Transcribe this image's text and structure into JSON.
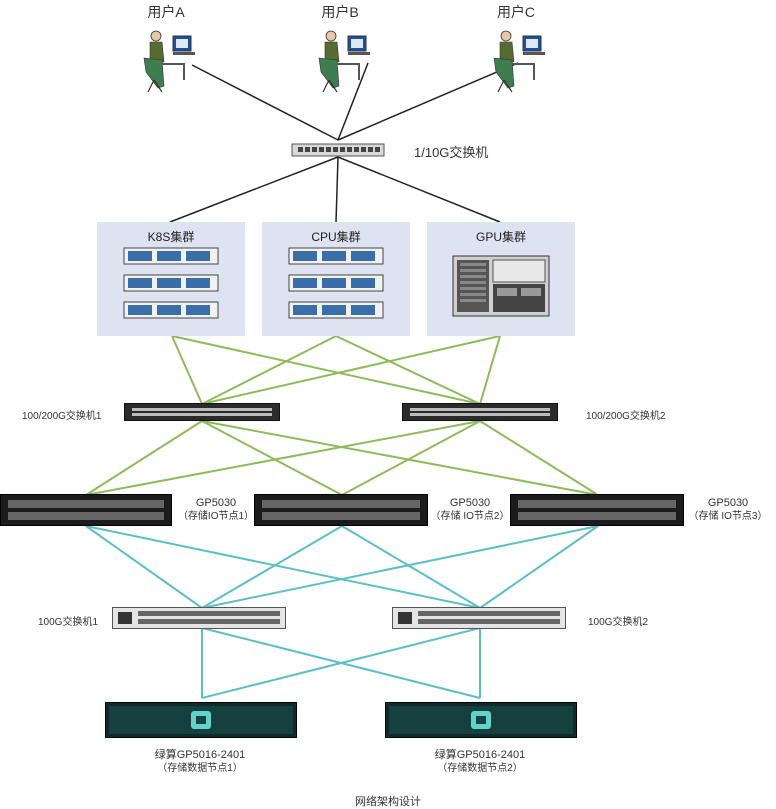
{
  "users": [
    {
      "label": "用户A"
    },
    {
      "label": "用户B"
    },
    {
      "label": "用户C"
    }
  ],
  "top_switch": {
    "label": "1/10G交换机"
  },
  "clusters": [
    {
      "label": "K8S集群"
    },
    {
      "label": "CPU集群"
    },
    {
      "label": "GPU集群"
    }
  ],
  "switch_200g": [
    {
      "label": "100/200G交换机1"
    },
    {
      "label": "100/200G交换机2"
    }
  ],
  "io_nodes": [
    {
      "model": "GP5030",
      "role": "（存储IO节点1）"
    },
    {
      "model": "GP5030",
      "role": "（存储 IO节点2）"
    },
    {
      "model": "GP5030",
      "role": "（存储 IO节点3）"
    }
  ],
  "switch_100g": [
    {
      "label": "100G交换机1"
    },
    {
      "label": "100G交换机2"
    }
  ],
  "data_nodes": [
    {
      "model": "绿算GP5016-2401",
      "role": "（存储数据节点1）"
    },
    {
      "model": "绿算GP5016-2401",
      "role": "（存储数据节点2）"
    }
  ],
  "caption": "网络架构设计",
  "colors": {
    "link_user": "#222222",
    "link_green": "#8dbb5a",
    "link_teal": "#5bbfc7",
    "cluster_bg": "#dde3f0"
  }
}
